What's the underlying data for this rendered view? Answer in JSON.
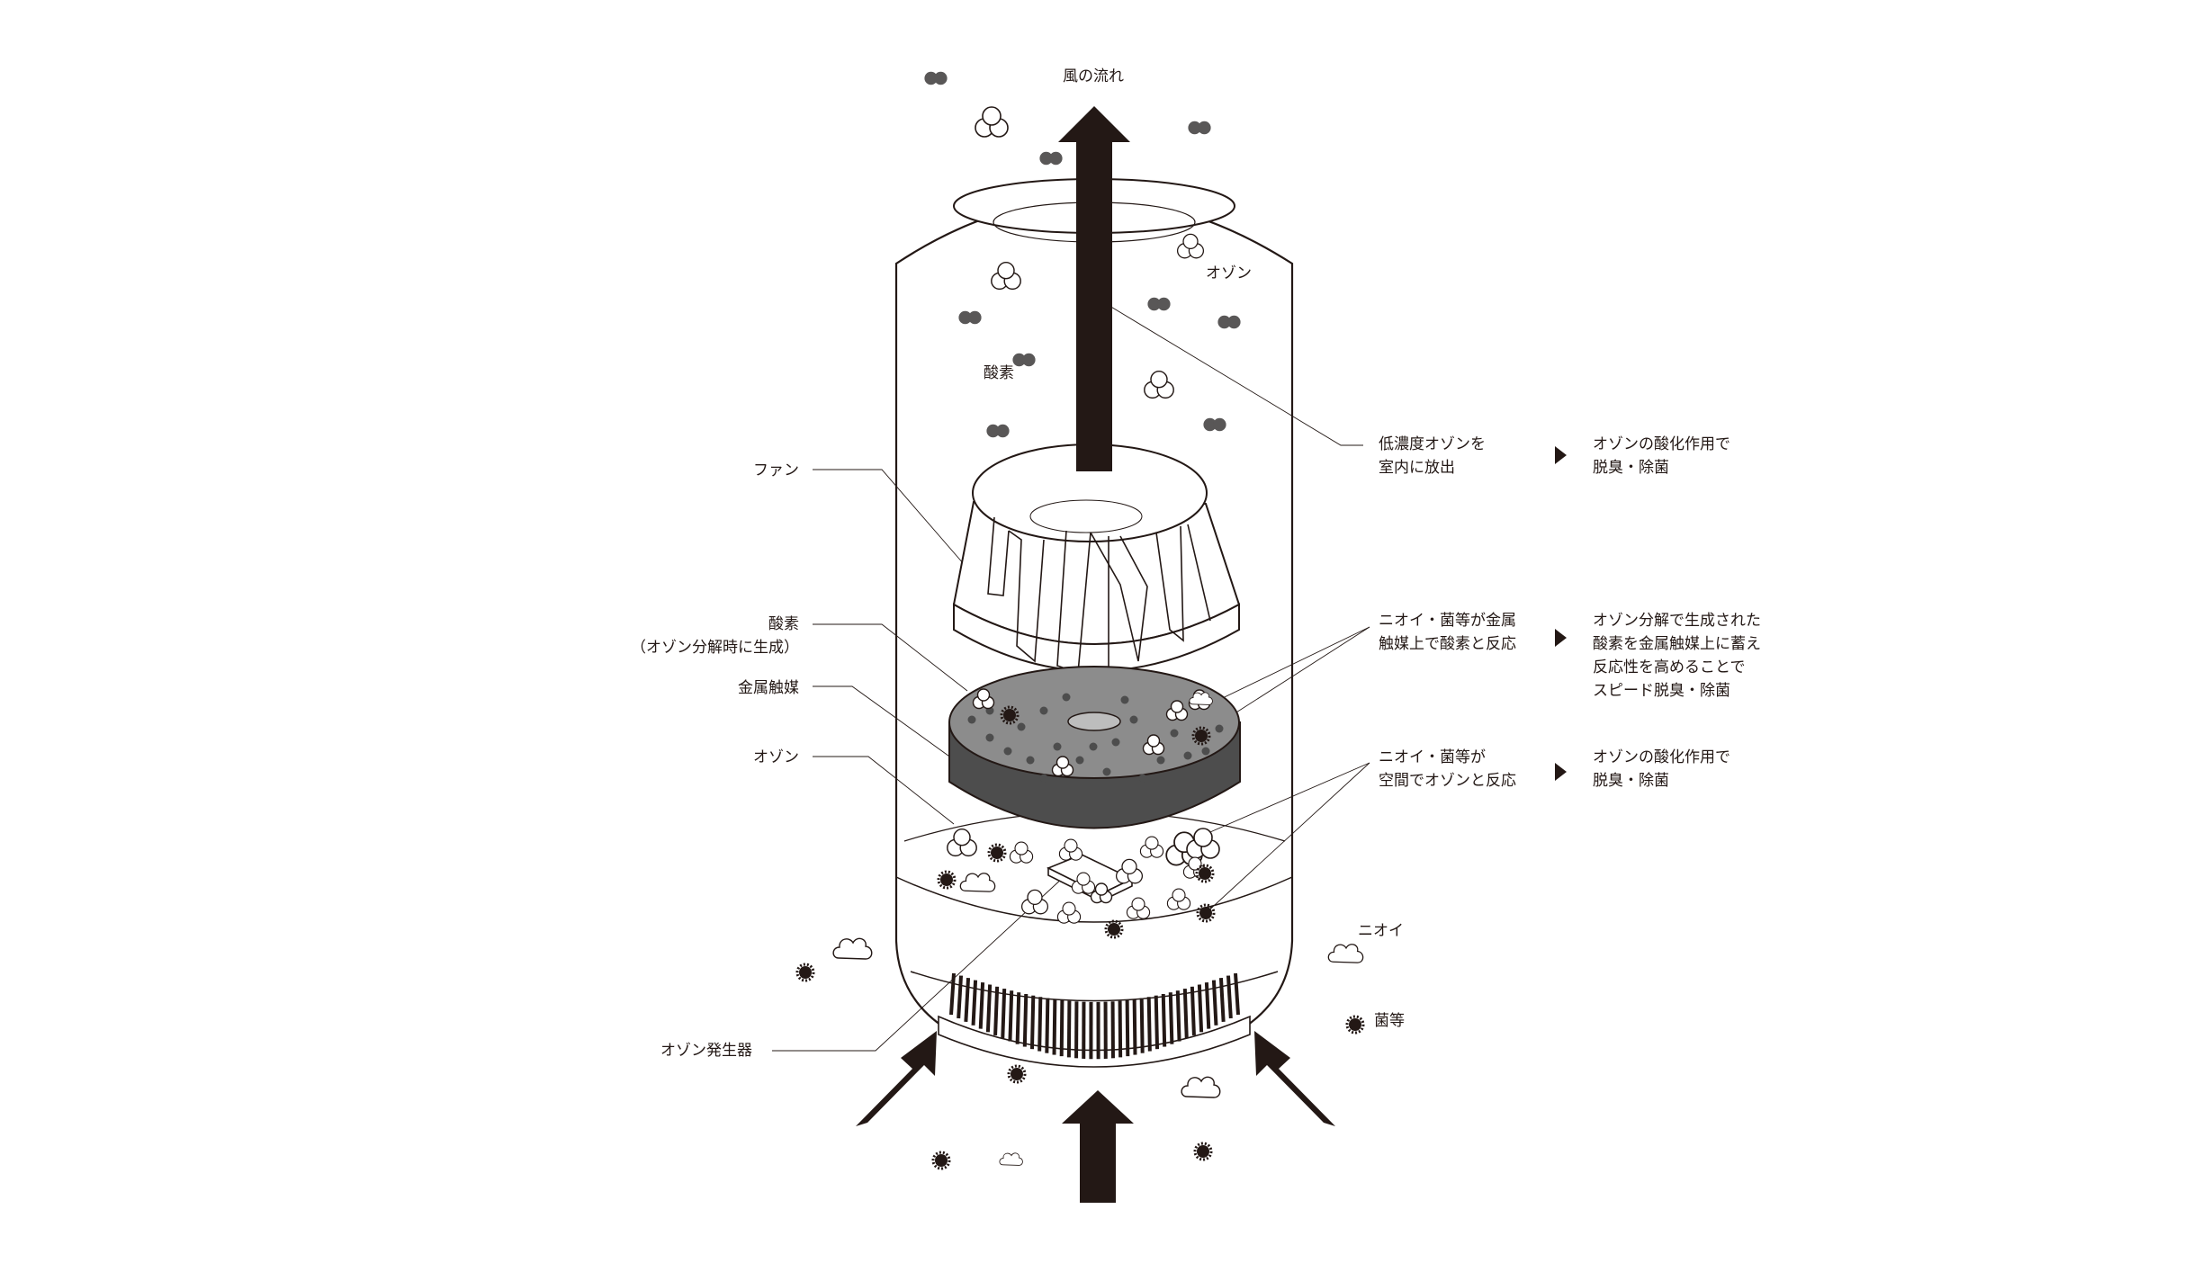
{
  "colors": {
    "ink": "#231815",
    "catalyst_top": "#8c8c8c",
    "catalyst_side": "#4d4d4d",
    "background": "#ffffff"
  },
  "labels": {
    "airflow": "風の流れ",
    "ozone_top": "オゾン",
    "oxygen_top": "酸素",
    "fan": "ファン",
    "oxygen_side": "酸素",
    "oxygen_side_note": "（オゾン分解時に生成）",
    "catalyst": "金属触媒",
    "ozone_side": "オゾン",
    "generator": "オゾン発生器",
    "odor": "ニオイ",
    "bacteria": "菌等"
  },
  "annotations": [
    {
      "lines": [
        "低濃度オゾンを",
        "室内に放出"
      ],
      "result": [
        "オゾンの酸化作用で",
        "脱臭・除菌"
      ]
    },
    {
      "lines": [
        "ニオイ・菌等が金属",
        "触媒上で酸素と反応"
      ],
      "result": [
        "オゾン分解で生成された",
        "酸素を金属触媒上に蓄え",
        "反応性を高めることで",
        "スピード脱臭・除菌"
      ]
    },
    {
      "lines": [
        "ニオイ・菌等が",
        "空間でオゾンと反応"
      ],
      "result": [
        "オゾンの酸化作用で",
        "脱臭・除菌"
      ]
    }
  ],
  "icons": {
    "arrow": "arrow-icon",
    "triangle": "triangle-right-icon",
    "ozone": "ozone-molecule-icon",
    "oxygen": "oxygen-molecule-icon",
    "bacteria": "bacteria-icon",
    "odor": "odor-cloud-icon"
  }
}
